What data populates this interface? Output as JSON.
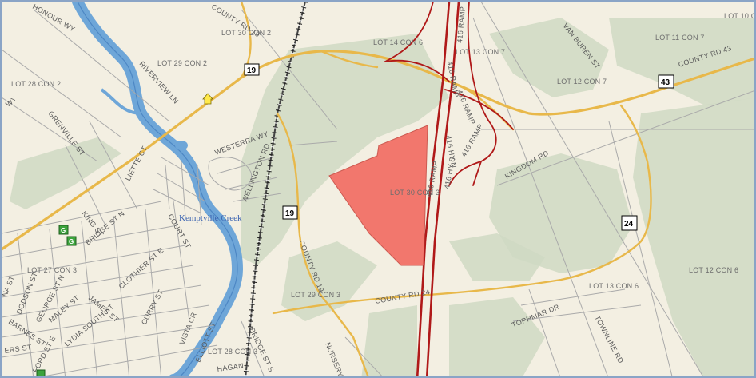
{
  "map": {
    "water_label": "Kemptville Creek",
    "colors": {
      "land": "#f3efe2",
      "green": "#cfd9c3",
      "water": "#6ea6d8",
      "road_major": "#e8b84a",
      "road_ramp": "#b01919",
      "highlight": "#f26b61",
      "street": "#aaaaaa"
    },
    "shields": [
      {
        "id": "19a",
        "text": "19"
      },
      {
        "id": "19b",
        "text": "19"
      },
      {
        "id": "43",
        "text": "43"
      },
      {
        "id": "24",
        "text": "24"
      }
    ],
    "markers": {
      "g1": "G",
      "g2": "G"
    },
    "roads": [
      "HONOUR WY",
      "COUNTY RD 19",
      "RIVERVIEW LN",
      "GRENVILLE ST",
      "WESTERRA WY",
      "WELLINGTON RD",
      "LIETTE CT",
      "KING ST",
      "BRIDGE ST N",
      "COURT ST",
      "CLOTHIER ST E",
      "CURRY ST",
      "JAMES ST",
      "MALEY ST",
      "LYDIA SOUTH ST",
      "DODSON ST",
      "GEORGE ST N",
      "BARNES ST",
      "FORD ST E",
      "VISTA CR",
      "ELLIOTT ST",
      "BRIDGE ST S",
      "HAGAN",
      "NURSERY",
      "COUNTY RD 24",
      "416 RAMP",
      "416 RAMP",
      "416 RAMP",
      "416 RAMP",
      "416 HY N",
      "416 HY S",
      "416 RAMP",
      "KINGDOM RD",
      "COUNTY RD 43",
      "VAN BUREN ST",
      "TOPHMAR DR",
      "TOWNLINE RD",
      "COUNTY RD 19",
      "WY",
      "NA ST",
      "ERS ST"
    ],
    "lots": [
      "LOT 30 CON 2",
      "LOT 29 CON 2",
      "LOT 28 CON 2",
      "LOT 14 CON 6",
      "LOT 13 CON 7",
      "LOT 12 CON 7",
      "LOT 11 CON 7",
      "LOT 10 C",
      "LOT 30 CON 3",
      "LOT 27 CON 3",
      "LOT 29 CON 3",
      "LOT 28 CON 3",
      "LOT 13 CON 6",
      "LOT 12 CON 6"
    ]
  }
}
